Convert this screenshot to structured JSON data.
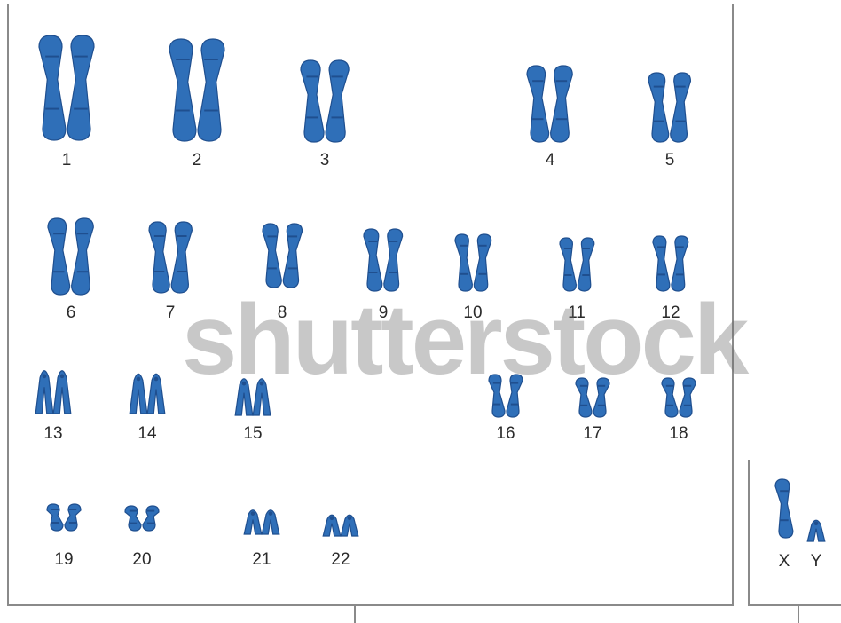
{
  "karyotype": {
    "autosomes": [
      {
        "label": "1"
      },
      {
        "label": "2"
      },
      {
        "label": "3"
      },
      {
        "label": "4"
      },
      {
        "label": "5"
      },
      {
        "label": "6"
      },
      {
        "label": "7"
      },
      {
        "label": "8"
      },
      {
        "label": "9"
      },
      {
        "label": "10"
      },
      {
        "label": "11"
      },
      {
        "label": "12"
      },
      {
        "label": "13"
      },
      {
        "label": "14"
      },
      {
        "label": "15"
      },
      {
        "label": "16"
      },
      {
        "label": "17"
      },
      {
        "label": "18"
      },
      {
        "label": "19"
      },
      {
        "label": "20"
      },
      {
        "label": "21"
      },
      {
        "label": "22"
      }
    ],
    "sex_chromosomes": [
      {
        "label": "X"
      },
      {
        "label": "Y"
      }
    ]
  },
  "watermark": {
    "text": "shutterstock"
  },
  "colors": {
    "chromosome": "#2f6fb8",
    "chromosome_dark": "#1f4f8f",
    "frame": "#8a8a8a",
    "label": "#2a2a2a"
  }
}
